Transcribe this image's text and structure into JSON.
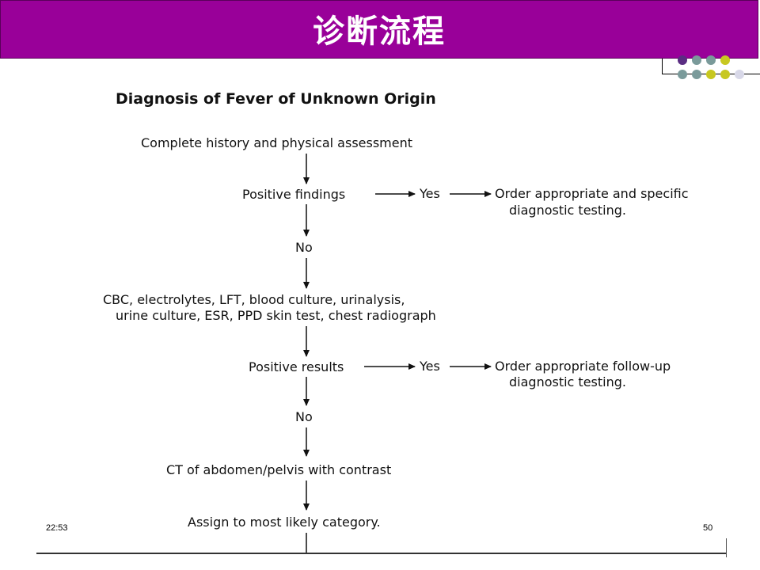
{
  "slide": {
    "title": "诊断流程",
    "time": "22:53",
    "page_number": "50"
  },
  "theme": {
    "header_color": "#990099",
    "dot_colors": [
      "#5a2d82",
      "#7a9a9a",
      "#c8c820",
      "#d8d8e8"
    ]
  },
  "diagram": {
    "title": "Diagnosis of Fever of Unknown Origin",
    "step1": "Complete history and physical assessment",
    "decision1": "Positive findings",
    "yes1": "Yes",
    "action1_line1": "Order appropriate and specific",
    "action1_line2": "diagnostic testing.",
    "no1": "No",
    "step2_line1": "CBC, electrolytes, LFT, blood culture, urinalysis,",
    "step2_line2": "urine culture, ESR, PPD skin test, chest radiograph",
    "decision2": "Positive results",
    "yes2": "Yes",
    "action2_line1": "Order appropriate follow-up",
    "action2_line2": "diagnostic testing.",
    "no2": "No",
    "step3": "CT of abdomen/pelvis with contrast",
    "step4": "Assign to most likely category."
  }
}
